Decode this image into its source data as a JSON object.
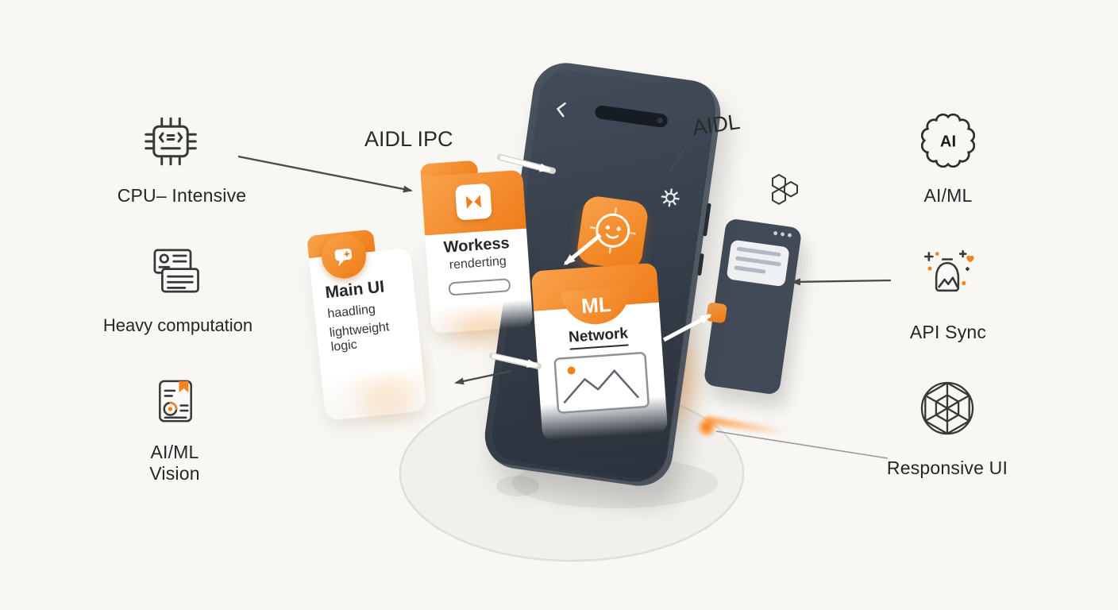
{
  "scene": {
    "background": "#f8f7f4",
    "accent_color": "#f5821f",
    "phone_color": "#3a4350"
  },
  "annotations": {
    "aidl_ipc": "AIDL IPC",
    "aidl": "AIDL"
  },
  "left_column": {
    "items": [
      {
        "icon": "cpu-chip-icon",
        "label": "CPU– Intensive"
      },
      {
        "icon": "id-card-stack-icon",
        "label": "Heavy computation"
      },
      {
        "icon": "document-vision-icon",
        "label": "AI/ML",
        "label2": "Vision"
      }
    ]
  },
  "right_column": {
    "items": [
      {
        "icon": "ai-seal-icon",
        "badge": "AI",
        "label": "AI/ML"
      },
      {
        "icon": "generative-art-icon",
        "label": "API Sync"
      },
      {
        "icon": "mesh-globe-icon",
        "label": "Responsive UI"
      }
    ]
  },
  "cards": {
    "workers": {
      "icon": "media-clip-icon",
      "title": "Workess",
      "subtitle": "renderting"
    },
    "main_ui": {
      "icon": "chat-bubble-icon",
      "title": "Main UI",
      "line1": "haadling",
      "line2": "lightweight logic"
    },
    "ml": {
      "badge": "ML",
      "title": "Network",
      "icon": "mountain-photo-icon"
    }
  }
}
